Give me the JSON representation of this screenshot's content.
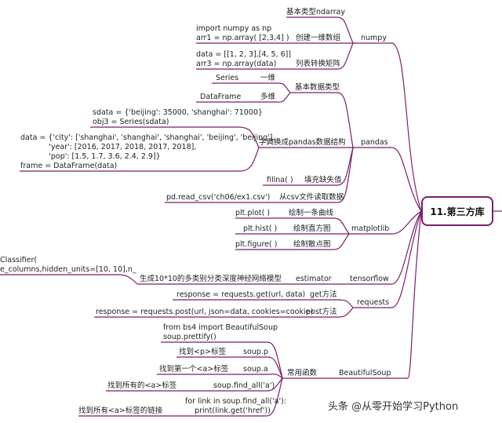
{
  "root": {
    "label": "11.第三方库"
  },
  "numpy": {
    "label": "numpy",
    "basic": "基本类型ndarray",
    "create_1d_code": [
      "import numpy as np",
      "arr1 = np.array( [2,3,4] )"
    ],
    "create_1d": "创建一维数组",
    "list_to_matrix_code": [
      "data = [[1, 2, 3],[4, 5, 6]]",
      "arr3 = np.array(data)"
    ],
    "list_to_matrix": "列表转换矩阵"
  },
  "pandas": {
    "label": "pandas",
    "basic_types": "基本数据类型",
    "series": "Series",
    "one_dim": "一维",
    "dataframe": "DataFrame",
    "multi_dim": "多维",
    "series_code": [
      "sdata = {'beijing': 35000, 'shanghai': 71000}",
      "obj3 = Series(sdata)"
    ],
    "frame_code": [
      "data = {'city': ['shanghai', 'shanghai', 'shanghai', 'beijing', 'beijing'],",
      "            'year': [2016, 2017, 2018, 2017, 2018],",
      "            'pop': [1.5, 1.7, 3.6, 2.4, 2.9]}",
      "frame = DataFrame(data)"
    ],
    "dict_to_struct": "字典换成pandas数据结构",
    "fillna": "fillna( )",
    "fill_missing": "填充缺失值",
    "read_csv_code": "pd.read_csv('ch06/ex1.csv')",
    "read_csv": "从csv文件读取数据"
  },
  "matplotlib": {
    "label": "matplotlib",
    "plot": "plt.plot( )",
    "plot_desc": "绘制一条曲线",
    "hist": "plt.hist( )",
    "hist_desc": "绘制直方图",
    "figure": "plt.figure( )",
    "figure_desc": "绘制散点图"
  },
  "tensorflow": {
    "label": "tensorflow",
    "estimator": "estimator",
    "code": [
      "Classifier(",
      "e_columns,hidden_units=[10, 10],n_"
    ],
    "desc": "生成10*10的多类别分类深度神经网络模型"
  },
  "requests": {
    "label": "requests",
    "get_code": "response = requests.get(url, data)",
    "get": "get方法",
    "post_code": "response = requests.post(url, json=data, cookies=cookie)",
    "post": "post方法"
  },
  "bs4": {
    "label": "BeautifulSoup",
    "common": "常用函数",
    "import_code": [
      "from bs4 import BeautifulSoup",
      "soup.prettify()"
    ],
    "find_p": "找到<p>标签",
    "soup_p": "soup.p",
    "find_first_a": "找到第一个<a>标签",
    "soup_a": "soup.a",
    "find_all_a": "找到所有的<a>标签",
    "soup_find_all": "soup.find_all('a')",
    "find_links": "找到所有<a>标签的链接",
    "loop_code": [
      "for link in soup.find_all('a'):",
      "    print(link.get('href'))"
    ]
  },
  "watermark": "头条 @从零开始学习Python",
  "colors": {
    "line": "#7a1f6b",
    "root_border": "#7a1f6b"
  }
}
